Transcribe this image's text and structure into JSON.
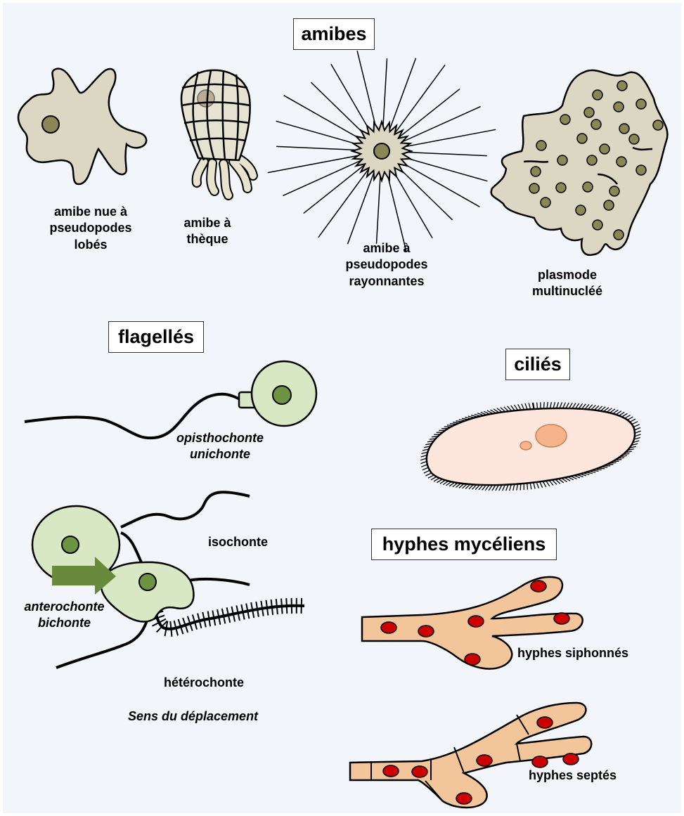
{
  "sections": {
    "amibes": "amibes",
    "flagelles": "flagellés",
    "cilies": "ciliés",
    "hyphes": "hyphes mycéliens"
  },
  "labels": {
    "amibe_nue": "amibe nue à\npseudopodes\nlobés",
    "amibe_theque": "amibe à\nthèque",
    "amibe_rayonnantes": "amibe à\npseudopodes\nrayonnantes",
    "plasmode": "plasmode\nmultinucléé",
    "opisthochonte": "opisthochonte\nunichonte",
    "isochonte": "isochonte",
    "anterochonte": "anterochonte\nbichonte",
    "heterochonte": "hétérochonte",
    "sens": "Sens du déplacement",
    "hyphes_siphonnes": "hyphes siphonnés",
    "hyphes_septes": "hyphes septés"
  },
  "colors": {
    "background": "#f2f5fa",
    "amoeba_fill": "#dcd7c2",
    "nucleus_amoeba": "#8b8656",
    "flagellate_fill": "#d8e8c4",
    "nucleus_flagellate": "#6d9443",
    "ciliate_fill": "#fde7dc",
    "ciliate_nucleus": "#f6b48c",
    "hyphae_fill": "#f2c69a",
    "hyphae_nucleus": "#cc0000",
    "arrow": "#6a8a3b"
  }
}
